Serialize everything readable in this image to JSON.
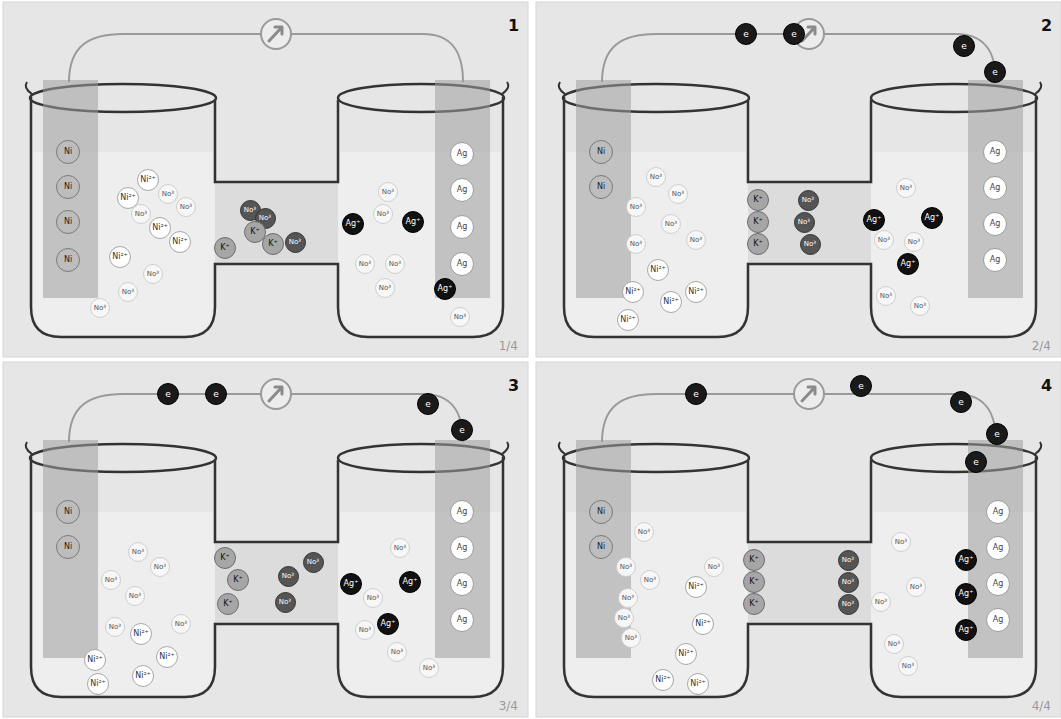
{
  "diagram": {
    "nodes": [
      {
        "text": [
          "Ni"
        ]
      },
      {
        "text": [
          "Ni"
        ]
      },
      {
        "text": [
          "Ni"
        ]
      },
      {
        "text": [
          "Ni"
        ]
      },
      {
        "text": [
          "Ni²⁺"
        ]
      },
      {
        "text": [
          "Ni²⁺"
        ]
      },
      {
        "text": [
          "Ni²⁺"
        ]
      },
      {
        "text": [
          "Ni²⁺"
        ]
      },
      {
        "text": [
          "Ni²⁺"
        ]
      },
      {
        "text": [
          "No³"
        ]
      },
      {
        "text": [
          "No³"
        ]
      },
      {
        "text": [
          "No³"
        ]
      },
      {
        "text": [
          "No³"
        ]
      },
      {
        "text": [
          "No³"
        ]
      },
      {
        "text": [
          "No³"
        ]
      },
      {
        "text": [
          "No³"
        ]
      },
      {
        "text": [
          "No³"
        ]
      },
      {
        "text": [
          "No³"
        ]
      },
      {
        "text": [
          "K⁺"
        ]
      },
      {
        "text": [
          "K⁺"
        ]
      },
      {
        "text": [
          "K⁺"
        ]
      },
      {
        "text": [
          "Ag⁺"
        ]
      },
      {
        "text": [
          "Ag⁺"
        ]
      },
      {
        "text": [
          "Ag⁺"
        ]
      },
      {
        "text": [
          "No³"
        ]
      },
      {
        "text": [
          "No³"
        ]
      },
      {
        "text": [
          "No³"
        ]
      },
      {
        "text": [
          "No³"
        ]
      },
      {
        "text": [
          "No³"
        ]
      },
      {
        "text": [
          "No³"
        ]
      },
      {
        "text": [
          "Ag"
        ]
      },
      {
        "text": [
          "Ag"
        ]
      },
      {
        "text": [
          "Ag"
        ]
      },
      {
        "text": [
          "Ag"
        ]
      },
      {
        "text": [
          "e"
        ]
      },
      {
        "text": [
          "e"
        ]
      },
      {
        "text": [
          "e"
        ]
      },
      {
        "text": [
          "e"
        ]
      },
      {
        "text": [
          "Ni"
        ]
      },
      {
        "text": [
          "Ni"
        ]
      },
      {
        "text": [
          "No³"
        ]
      },
      {
        "text": [
          "No³"
        ]
      },
      {
        "text": [
          "No³"
        ]
      },
      {
        "text": [
          "No³"
        ]
      },
      {
        "text": [
          "No³"
        ]
      },
      {
        "text": [
          "No³"
        ]
      },
      {
        "text": [
          "Ni²⁺"
        ]
      },
      {
        "text": [
          "Ni²⁺"
        ]
      },
      {
        "text": [
          "Ni²⁺"
        ]
      },
      {
        "text": [
          "Ni²⁺"
        ]
      },
      {
        "text": [
          "Ni²⁺"
        ]
      },
      {
        "text": [
          "K⁺"
        ]
      },
      {
        "text": [
          "K⁺"
        ]
      },
      {
        "text": [
          "K⁺"
        ]
      },
      {
        "text": [
          "No³"
        ]
      },
      {
        "text": [
          "No³"
        ]
      },
      {
        "text": [
          "No³"
        ]
      },
      {
        "text": [
          "Ag⁺"
        ]
      },
      {
        "text": [
          "Ag⁺"
        ]
      },
      {
        "text": [
          "Ag⁺"
        ]
      },
      {
        "text": [
          "No³"
        ]
      },
      {
        "text": [
          "No³"
        ]
      },
      {
        "text": [
          "No³"
        ]
      },
      {
        "text": [
          "No³"
        ]
      },
      {
        "text": [
          "No³"
        ]
      },
      {
        "text": [
          "Ag"
        ]
      },
      {
        "text": [
          "Ag"
        ]
      },
      {
        "text": [
          "Ag"
        ]
      },
      {
        "text": [
          "Ag"
        ]
      },
      {
        "text": [
          "e"
        ]
      },
      {
        "text": [
          "e"
        ]
      },
      {
        "text": [
          "e"
        ]
      },
      {
        "text": [
          "e"
        ]
      },
      {
        "text": [
          "Ni"
        ]
      },
      {
        "text": [
          "Ni"
        ]
      },
      {
        "text": [
          "No³"
        ]
      },
      {
        "text": [
          "No³"
        ]
      },
      {
        "text": [
          "No³"
        ]
      },
      {
        "text": [
          "No³"
        ]
      },
      {
        "text": [
          "No³"
        ]
      },
      {
        "text": [
          "No³"
        ]
      },
      {
        "text": [
          "Ni²⁺"
        ]
      },
      {
        "text": [
          "Ni²⁺"
        ]
      },
      {
        "text": [
          "Ni²⁺"
        ]
      },
      {
        "text": [
          "Ni²⁺"
        ]
      },
      {
        "text": [
          "Ni²⁺"
        ]
      },
      {
        "text": [
          "K⁺"
        ]
      },
      {
        "text": [
          "K⁺"
        ]
      },
      {
        "text": [
          "K⁺"
        ]
      },
      {
        "text": [
          "No³"
        ]
      },
      {
        "text": [
          "No³"
        ]
      },
      {
        "text": [
          "No³"
        ]
      },
      {
        "text": [
          "Ag⁺"
        ]
      },
      {
        "text": [
          "Ag⁺"
        ]
      },
      {
        "text": [
          "Ag⁺"
        ]
      },
      {
        "text": [
          "No³"
        ]
      },
      {
        "text": [
          "No³"
        ]
      },
      {
        "text": [
          "No³"
        ]
      },
      {
        "text": [
          "No³"
        ]
      },
      {
        "text": [
          "No³"
        ]
      },
      {
        "text": [
          "Ag"
        ]
      },
      {
        "text": [
          "Ag"
        ]
      },
      {
        "text": [
          "Ag"
        ]
      },
      {
        "text": [
          "Ag"
        ]
      },
      {
        "text": [
          "e"
        ]
      },
      {
        "text": [
          "e"
        ]
      },
      {
        "text": [
          "e"
        ]
      },
      {
        "text": [
          "e"
        ]
      },
      {
        "text": [
          "e"
        ]
      },
      {
        "text": [
          "Ni"
        ]
      },
      {
        "text": [
          "Ni"
        ]
      },
      {
        "text": [
          "No³"
        ]
      },
      {
        "text": [
          "No³"
        ]
      },
      {
        "text": [
          "No³"
        ]
      },
      {
        "text": [
          "No³"
        ]
      },
      {
        "text": [
          "No³"
        ]
      },
      {
        "text": [
          "No³"
        ]
      },
      {
        "text": [
          "No³"
        ]
      },
      {
        "text": [
          "Ni²⁺"
        ]
      },
      {
        "text": [
          "Ni²⁺"
        ]
      },
      {
        "text": [
          "Ni²⁺"
        ]
      },
      {
        "text": [
          "Ni²⁺"
        ]
      },
      {
        "text": [
          "Ni²⁺"
        ]
      },
      {
        "text": [
          "K⁺"
        ]
      },
      {
        "text": [
          "K⁺"
        ]
      },
      {
        "text": [
          "K⁺"
        ]
      },
      {
        "text": [
          "No³"
        ]
      },
      {
        "text": [
          "No³"
        ]
      },
      {
        "text": [
          "No³"
        ]
      },
      {
        "text": [
          "No³"
        ]
      },
      {
        "text": [
          "No³"
        ]
      },
      {
        "text": [
          "No³"
        ]
      },
      {
        "text": [
          "No³"
        ]
      },
      {
        "text": [
          "No³"
        ]
      },
      {
        "text": [
          "Ag⁺"
        ]
      },
      {
        "text": [
          "Ag⁺"
        ]
      },
      {
        "text": [
          "Ag⁺"
        ]
      },
      {
        "text": [
          "Ag"
        ]
      },
      {
        "text": [
          "Ag"
        ]
      },
      {
        "text": [
          "Ag"
        ]
      },
      {
        "text": [
          "Ag"
        ]
      }
    ],
    "labels": [
      "1",
      "1/4",
      "2",
      "2/4",
      "3",
      "3/4",
      "4",
      "4/4"
    ]
  }
}
